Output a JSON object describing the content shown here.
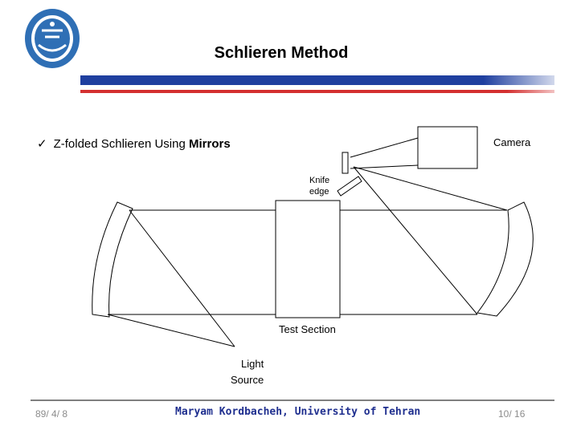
{
  "header": {
    "title": "Schlieren Method"
  },
  "bullet": {
    "text": "Z-folded Schlieren Using ",
    "emphasis": "Mirrors"
  },
  "diagram": {
    "camera_label": "Camera",
    "knife_label_line1": "Knife",
    "knife_label_line2": "edge",
    "test_section_label": "Test Section",
    "light_label_line1": "Light",
    "light_label_line2": "Source"
  },
  "footer": {
    "date": "89/ 4/ 8",
    "author": "Maryam Kordbacheh, University of Tehran",
    "page": "10/ 16"
  },
  "colors": {
    "blue_band": "#1f3f9f",
    "red_band": "#d43030",
    "author_text": "#1f2f8f",
    "logo_blue": "#2f6fb5"
  },
  "icons": {
    "logo": "university-of-tehran-seal",
    "bullet": "check-mark-icon"
  }
}
